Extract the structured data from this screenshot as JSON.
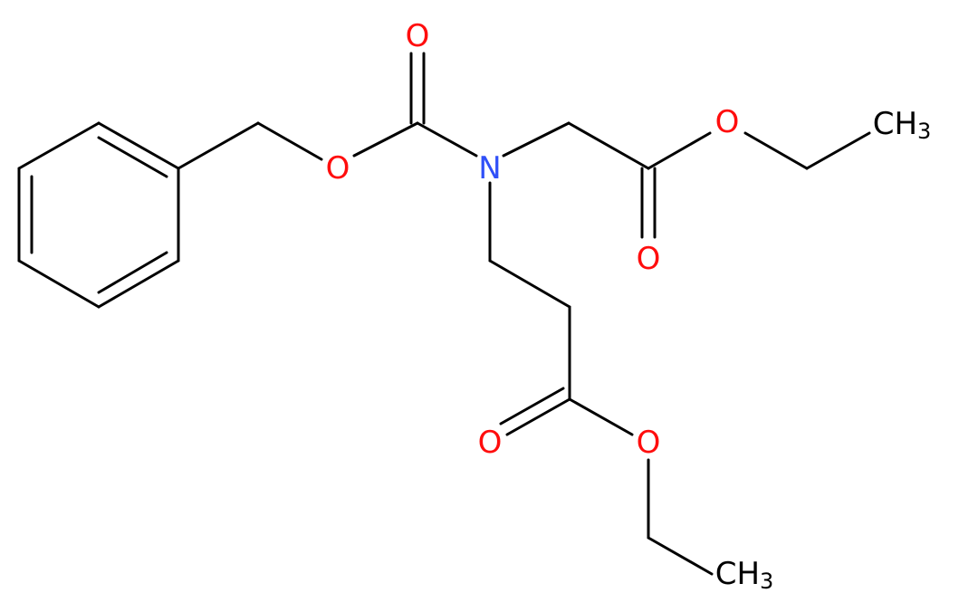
{
  "structure": {
    "atoms": {
      "o_carbonyl_cbz": {
        "symbol": "O",
        "color": "#ff0d0d"
      },
      "o_ester_cbz": {
        "symbol": "O",
        "color": "#ff0d0d"
      },
      "n_amine": {
        "symbol": "N",
        "color": "#3050f8"
      },
      "o_ester_top": {
        "symbol": "O",
        "color": "#ff0d0d"
      },
      "o_carbonyl_top": {
        "symbol": "O",
        "color": "#ff0d0d"
      },
      "o_carbonyl_bottom": {
        "symbol": "O",
        "color": "#ff0d0d"
      },
      "o_ester_bottom": {
        "symbol": "O",
        "color": "#ff0d0d"
      },
      "ch3_top": {
        "main": "CH",
        "sub": "3",
        "color": "#000000"
      },
      "ch3_bottom": {
        "main": "CH",
        "sub": "3",
        "color": "#000000"
      }
    }
  }
}
